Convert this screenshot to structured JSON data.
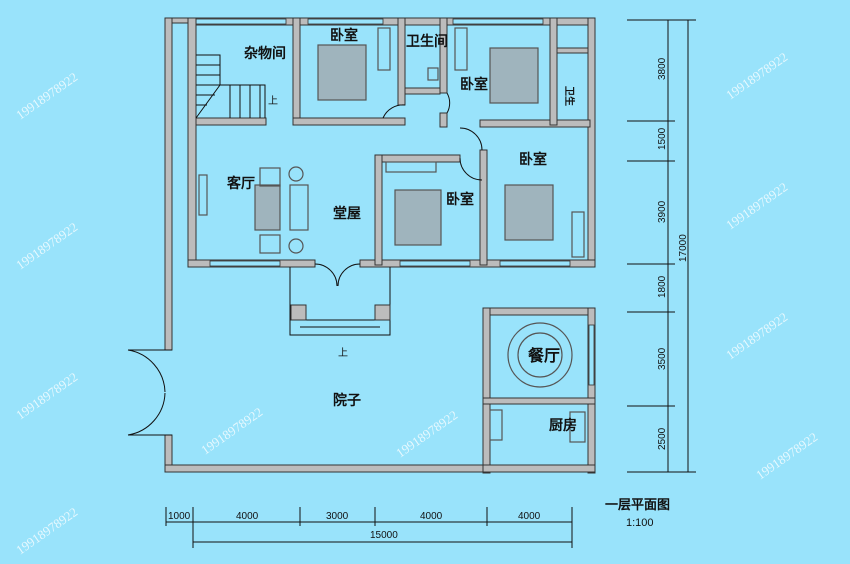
{
  "plan": {
    "title": "一层平面图",
    "scale": "1:100",
    "rooms": {
      "storage": "杂物间",
      "bedroom_1": "卧室",
      "bathroom": "卫生间",
      "bedroom_2": "卧室",
      "bedroom_3": "卧室",
      "bedroom_4": "卧室",
      "living_room": "客厅",
      "main_hall": "堂屋",
      "dining_room": "餐厅",
      "kitchen": "厨房",
      "courtyard": "院子",
      "small_bath": "卫生"
    },
    "stair_up_label": "上",
    "porch_up_label": "上"
  },
  "dimensions": {
    "horizontal": [
      "1000",
      "4000",
      "3000",
      "4000",
      "4000"
    ],
    "horizontal_total": "15000",
    "vertical": [
      "3800",
      "1500",
      "3900",
      "1800",
      "3500",
      "2500"
    ],
    "vertical_total": "17000"
  },
  "watermark": "19918978922"
}
